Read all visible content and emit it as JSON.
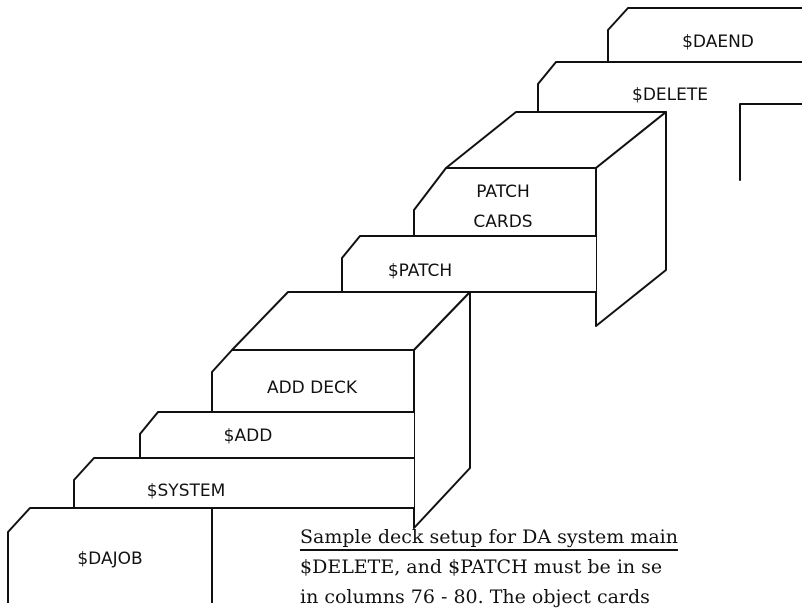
{
  "cards": {
    "daend": "$DAEND",
    "delete": "$DELETE",
    "patch_cards_line1": "PATCH",
    "patch_cards_line2": "CARDS",
    "patch": "$PATCH",
    "add_deck": "ADD DECK",
    "add": "$ADD",
    "system": "$SYSTEM",
    "dajob": "$DAJOB"
  },
  "caption": {
    "line1": "Sample deck setup for DA system main",
    "line2": "$DELETE,  and $PATCH must be in se",
    "line3": "in columns 76 - 80.   The object cards"
  }
}
